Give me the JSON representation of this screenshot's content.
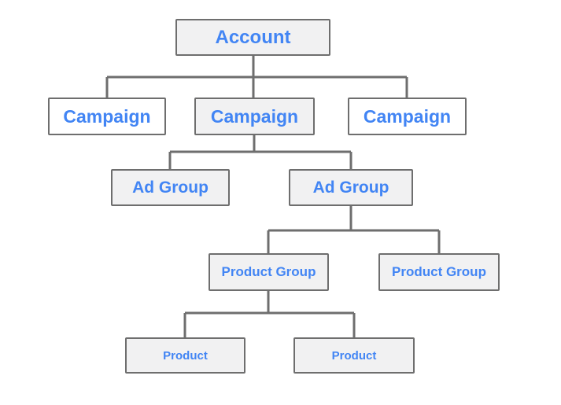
{
  "diagram": {
    "type": "tree-hierarchy",
    "colors": {
      "background": "#ffffff",
      "box_border": "#6e6e6e",
      "box_fill_shaded": "#f1f1f2",
      "box_fill_plain": "#ffffff",
      "connector_line": "#6e6e6e",
      "label_text": "#4285f4"
    },
    "nodes": {
      "account": {
        "label": "Account",
        "level": "account",
        "shaded": true,
        "children": [
          "campaign_left",
          "campaign_center",
          "campaign_right"
        ]
      },
      "campaign_left": {
        "label": "Campaign",
        "level": "campaign",
        "shaded": false,
        "children": []
      },
      "campaign_center": {
        "label": "Campaign",
        "level": "campaign",
        "shaded": true,
        "children": [
          "ad_group_left",
          "ad_group_right"
        ]
      },
      "campaign_right": {
        "label": "Campaign",
        "level": "campaign",
        "shaded": false,
        "children": []
      },
      "ad_group_left": {
        "label": "Ad Group",
        "level": "ad-group",
        "shaded": true,
        "children": []
      },
      "ad_group_right": {
        "label": "Ad Group",
        "level": "ad-group",
        "shaded": true,
        "children": [
          "product_group_left",
          "product_group_right"
        ]
      },
      "product_group_left": {
        "label": "Product Group",
        "level": "product-group",
        "shaded": true,
        "children": [
          "product_left",
          "product_right"
        ]
      },
      "product_group_right": {
        "label": "Product Group",
        "level": "product-group",
        "shaded": true,
        "children": []
      },
      "product_left": {
        "label": "Product",
        "level": "product",
        "shaded": true,
        "children": []
      },
      "product_right": {
        "label": "Product",
        "level": "product",
        "shaded": true,
        "children": []
      }
    },
    "hierarchy_root": "account"
  }
}
